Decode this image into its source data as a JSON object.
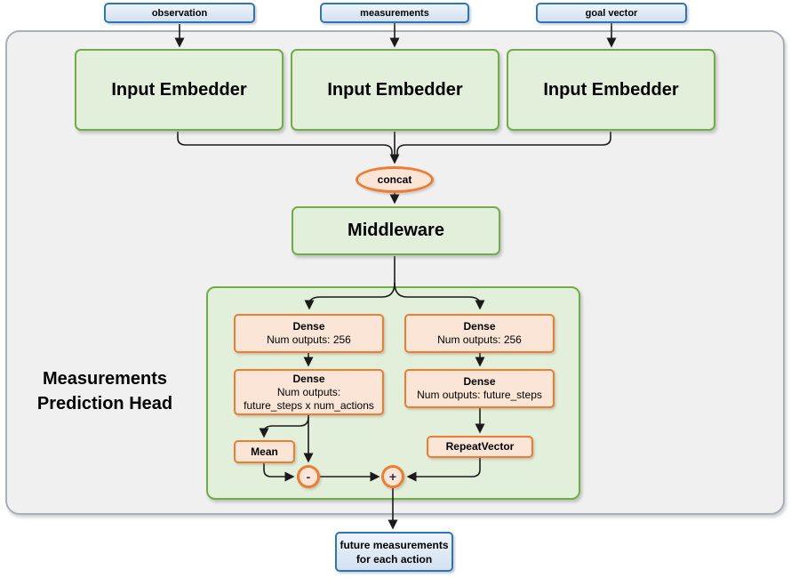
{
  "diagram": {
    "inputs": [
      {
        "label": "observation"
      },
      {
        "label": "measurements"
      },
      {
        "label": "goal vector"
      }
    ],
    "embedders": [
      {
        "label": "Input Embedder"
      },
      {
        "label": "Input Embedder"
      },
      {
        "label": "Input Embedder"
      }
    ],
    "concat": {
      "label": "concat"
    },
    "middleware": {
      "label": "Middleware"
    },
    "head": {
      "title_line1": "Measurements",
      "title_line2": "Prediction Head",
      "left_branch": {
        "dense1": {
          "title": "Dense",
          "subtitle": "Num outputs: 256"
        },
        "dense2": {
          "title": "Dense",
          "subtitle": "Num outputs:",
          "subtitle2": "future_steps x num_actions"
        },
        "mean": {
          "label": "Mean"
        },
        "operator": "-"
      },
      "right_branch": {
        "dense1": {
          "title": "Dense",
          "subtitle": "Num outputs: 256"
        },
        "dense2": {
          "title": "Dense",
          "subtitle": "Num outputs: future_steps"
        },
        "repeat_vector": {
          "label": "RepeatVector"
        },
        "operator": "+"
      }
    },
    "output": {
      "line1": "future measurements",
      "line2": "for each action"
    },
    "colors": {
      "green_border": "#70ad47",
      "green_fill": "#e2efda",
      "orange_border": "#ed7d31",
      "orange_fill": "#fbe5d6",
      "blue_border": "#2e75b6",
      "blue_fill": "#dbe9f6",
      "container_fill": "#f0f0f1",
      "container_border": "#aab0b8",
      "arrow": "#1a1a1a"
    }
  }
}
